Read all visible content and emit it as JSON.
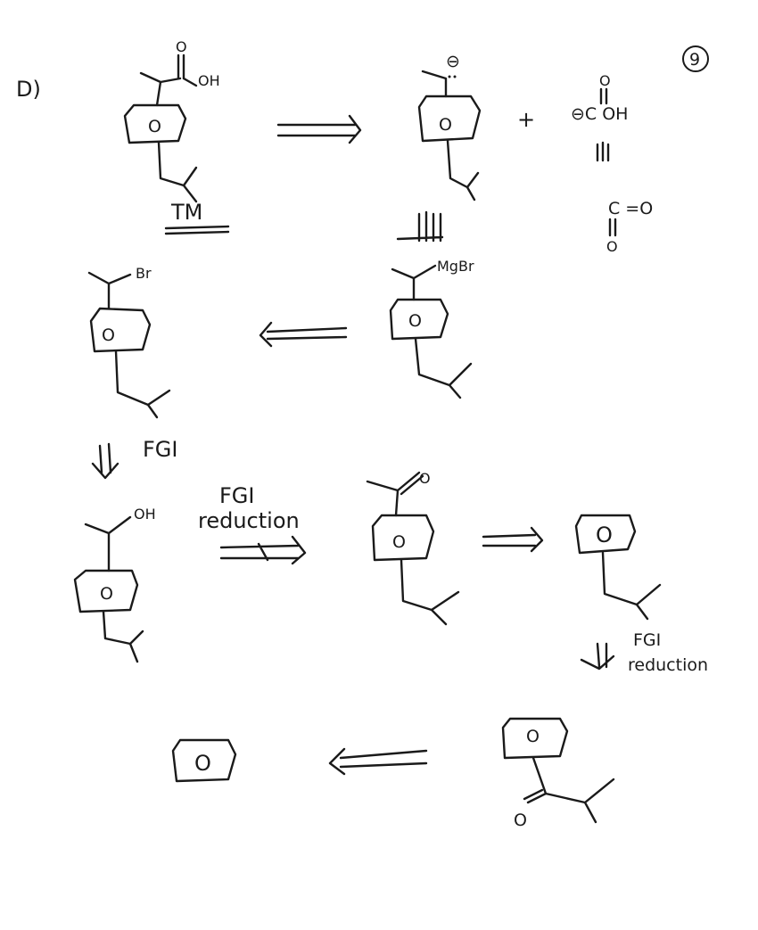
{
  "page": {
    "problem_label": "D)",
    "page_number": "9"
  },
  "diagram": {
    "labels": {
      "target_oh": "OH",
      "carbonyl_o": "O",
      "carbanion_charge": "⊖",
      "plus": "+",
      "bicarbonate_o": "O",
      "bicarbonate": "⊖C OH",
      "co2": "C =O",
      "co2_o": "O",
      "tm": "TM",
      "br": "Br",
      "mgbr": "MgBr",
      "fgi_1": "FGI",
      "oh": "OH",
      "fgi_reduction_1_line1": "FGI",
      "fgi_reduction_1_line2": "reduction",
      "ketone_o": "O",
      "fgi_reduction_2_line1": "FGI",
      "fgi_reduction_2_line2": "reduction",
      "ring_o": "O"
    }
  }
}
